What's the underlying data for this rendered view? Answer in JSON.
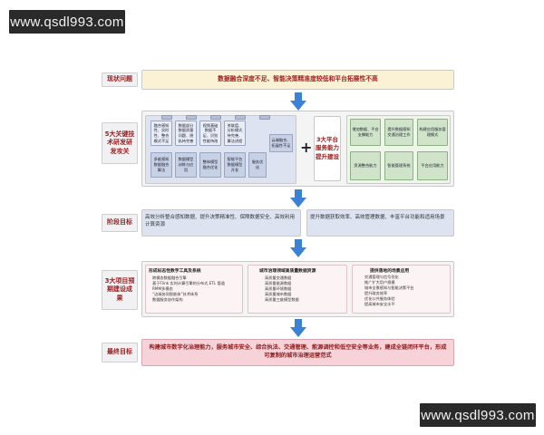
{
  "watermark": "www.qsdl993.com",
  "rows": {
    "status": {
      "label": "现状问题",
      "text": "数据融合深度不足、智能决策精准度较低和平台拓展性不高"
    },
    "tech": {
      "label": "5大关键技术研发研发攻关",
      "chips": [
        "融合感知性、实时性、整合模式不足",
        "数据部分数据质量问题、隐私待完善",
        "视频基础数据不足、识别性能待改",
        "关联度、分析模式待完善、算法进程",
        "云端融合、拓展性不足",
        "多维感知数据融合算法",
        "数据模型训练与应用",
        "整体模型融合优化",
        "智能平台数据模型开发",
        "服务优化"
      ],
      "plus": "+",
      "platform_label": "3大平台服务能力提升建设",
      "platform_chips": [
        "增加数据、平台支撑能力",
        "提升数据感知交通治理工作",
        "构建应用服务管理模式",
        "资源整合能力",
        "智能管理系统",
        "平台应用能力"
      ]
    },
    "goal": {
      "label": "阶段目标",
      "left": "高效分析整合感知数据、提升决策精准性、保障数据安全、高效利用计算资源",
      "right": "提升数据获取效率、高效管理数据、丰富平台功能和适用场景"
    },
    "results": {
      "label": "3大项目预期建设成果",
      "col1": {
        "title": "形成标志性数字工具及系统",
        "items": [
          "跨模态数据融合引擎",
          "基于Flink 实时计算引擎的分布式 ETL 管道",
          "RMM多模态",
          "“边缘协同智能体”技术体系",
          "数据服务协作架构"
        ]
      },
      "col2": {
        "title": "城市治理领域高质量数据资源",
        "items": [
          "高质量交通数据",
          "高质量能源数据",
          "高质量环境数据",
          "高质量城市数据",
          "高质量三维模型数据"
        ]
      },
      "col3": {
        "title": "提供落地的场景应用",
        "items": [
          "交通管理与信号优化",
          "推广扩大用户规模",
          "城市全景感知与智能决策平台",
          "提升政务效率",
          "优化公共服务体验",
          "提高城市安全水平"
        ]
      }
    },
    "final": {
      "label": "最终目标",
      "text": "构建城市数字化治理能力，服务城市安全、综合执法、交通管理、能源调控和低空安全等业务，建成全链闭环平台，形成可复制的城市治理运营范式"
    }
  }
}
